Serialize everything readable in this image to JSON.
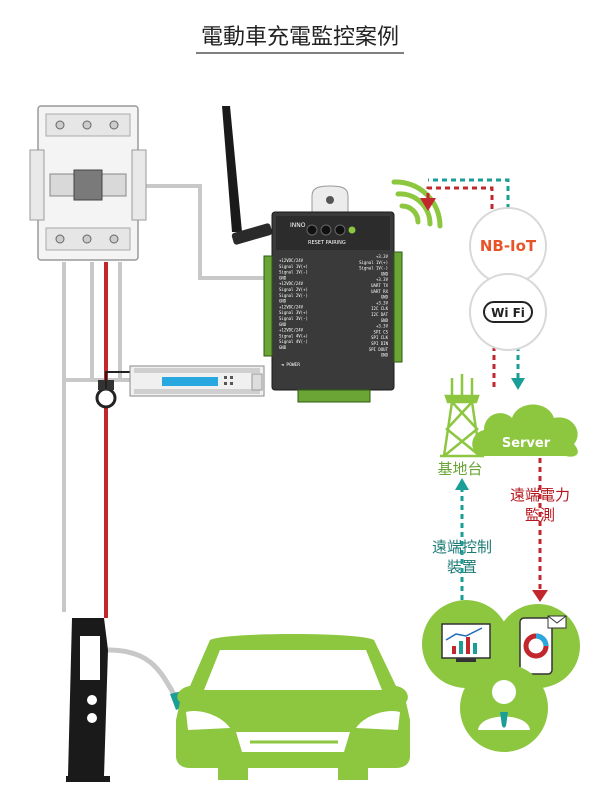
{
  "title": "電動車充電監控案例",
  "gateway": {
    "brand": "INNO",
    "buttons_label": "RESET PAIRING",
    "power_label": "◄ POWER",
    "left_pins": [
      "+12VDC/24V",
      "Signal 1V(+)",
      "Signal 1V(-)",
      "GND",
      "+12VDC/24V",
      "Signal 2V(+)",
      "Signal 2V(-)",
      "GND",
      "+12VDC/24V",
      "Signal 3V(+)",
      "Signal 3V(-)",
      "GND",
      "+12VDC/24V",
      "Signal 4V(+)",
      "Signal 4V(-)",
      "GND"
    ],
    "right_pins": [
      "+3.3V",
      "Signal 1V(+)",
      "Signal 1V(-)",
      "GND",
      "+3.3V",
      "UART TX",
      "UART RX",
      "GND",
      "+3.3V",
      "I2C CLK",
      "I2C DAT",
      "GND",
      "+3.3V",
      "SPI CS",
      "SPI CLK",
      "SPI DIN",
      "SPI DOUT",
      "GND"
    ]
  },
  "nodes": {
    "nbiot": "NB-IoT",
    "wifi": "Wi Fi",
    "server": "Server",
    "base_station": "基地台"
  },
  "labels": {
    "remote_power_line1": "遠端電力",
    "remote_power_line2": "監測",
    "remote_control_line1": "遠端控制",
    "remote_control_line2": "裝置"
  },
  "colors": {
    "green": "#8dc63f",
    "red": "#c1272d",
    "teal": "#1b9e96",
    "gray": "#c8c8c8",
    "black": "#1a1a1a"
  }
}
